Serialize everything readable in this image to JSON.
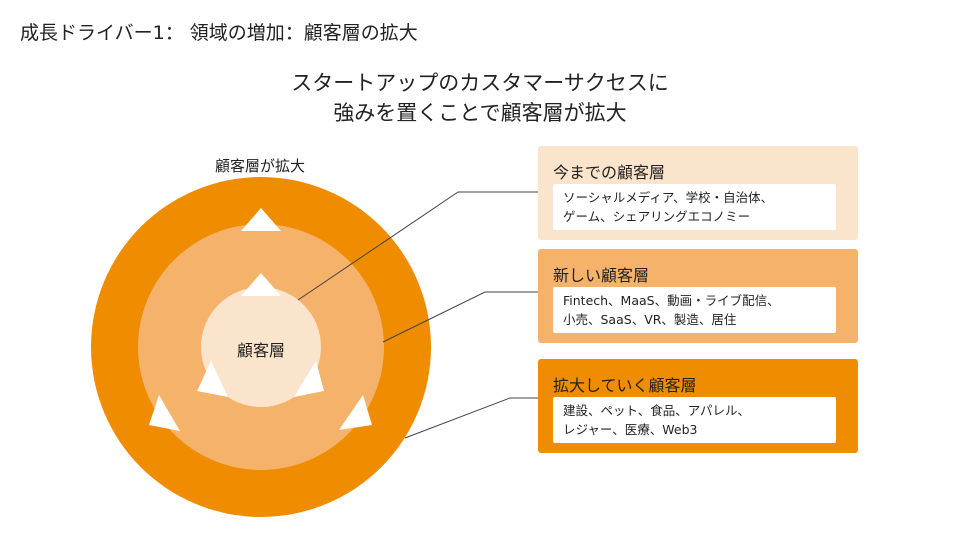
{
  "title": "成長ドライバー1： 領域の増加：顧客層の拡大",
  "subtitle_lines": [
    "スタートアップのカスタマーサクセスに",
    "強みを置くことで顧客層が拡大"
  ],
  "diagram": {
    "ring_label": "顧客層が拡大",
    "center_label": "顧客層"
  },
  "colors": {
    "outer": "#EF8C00",
    "middle": "#F5B26B",
    "inner": "#FBE4CC"
  },
  "boxes": [
    {
      "heading": "今までの顧客層",
      "body": "ソーシャルメディア、学校・自治体、\nゲーム、シェアリングエコノミー"
    },
    {
      "heading": "新しい顧客層",
      "body": "Fintech、MaaS、動画・ライブ配信、\n小売、SaaS、VR、製造、居住"
    },
    {
      "heading": "拡大していく顧客層",
      "body": "建設、ペット、食品、アパレル、\nレジャー、医療、Web3"
    }
  ]
}
